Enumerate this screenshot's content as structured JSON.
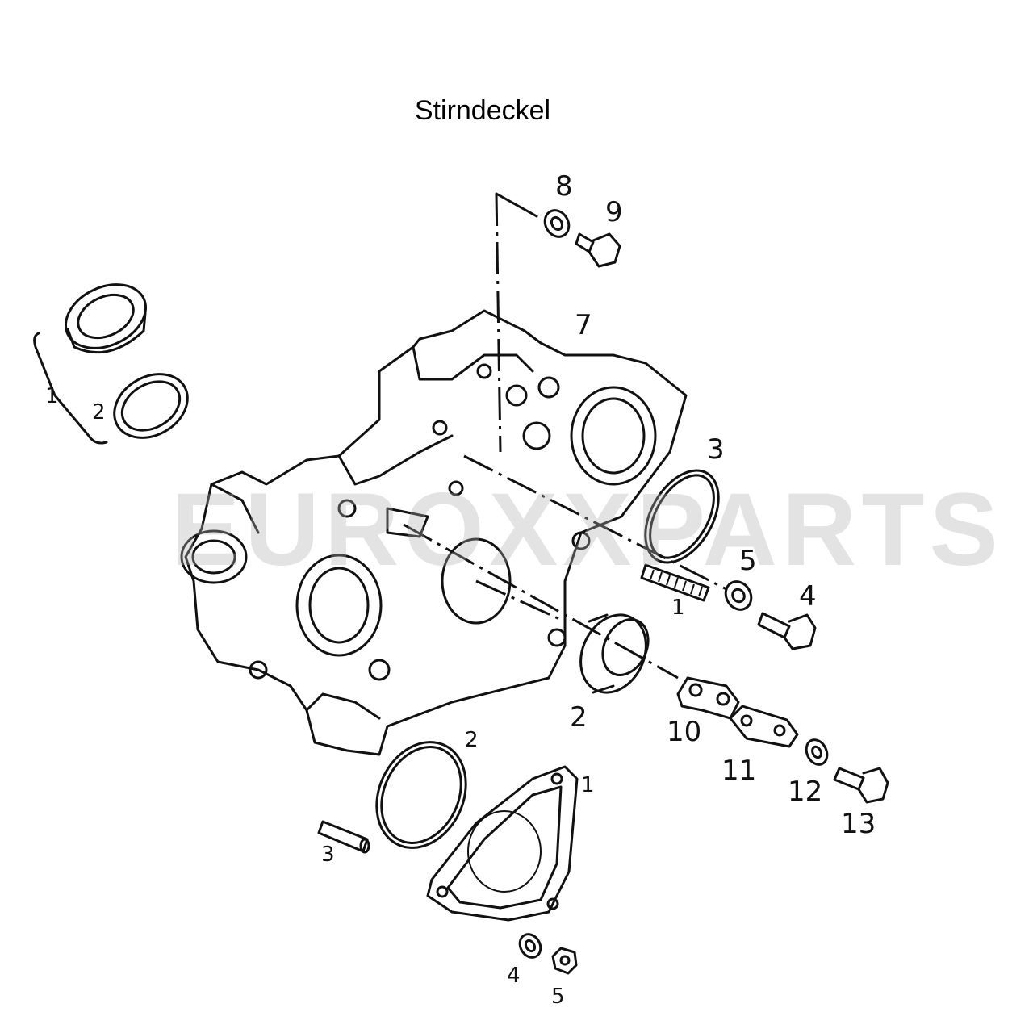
{
  "title": "Stirndeckel",
  "watermark": "EUROXXPARTS",
  "colors": {
    "line": "#111111",
    "watermark_gray": "#afafaf",
    "watermark_accent": "#e8b84a"
  },
  "callouts": {
    "c8": "8",
    "c9": "9",
    "c7": "7",
    "c3": "3",
    "c5": "5",
    "c1_stud": "1",
    "c4": "4",
    "c2_seal": "2",
    "c10": "10",
    "c11": "11",
    "c12": "12",
    "c13": "13",
    "c2_ring": "2",
    "c1_cover": "1",
    "c3_pin": "3",
    "c4_washer": "4",
    "c5_nut": "5",
    "c1_bracket": "1",
    "c2_left": "2"
  }
}
